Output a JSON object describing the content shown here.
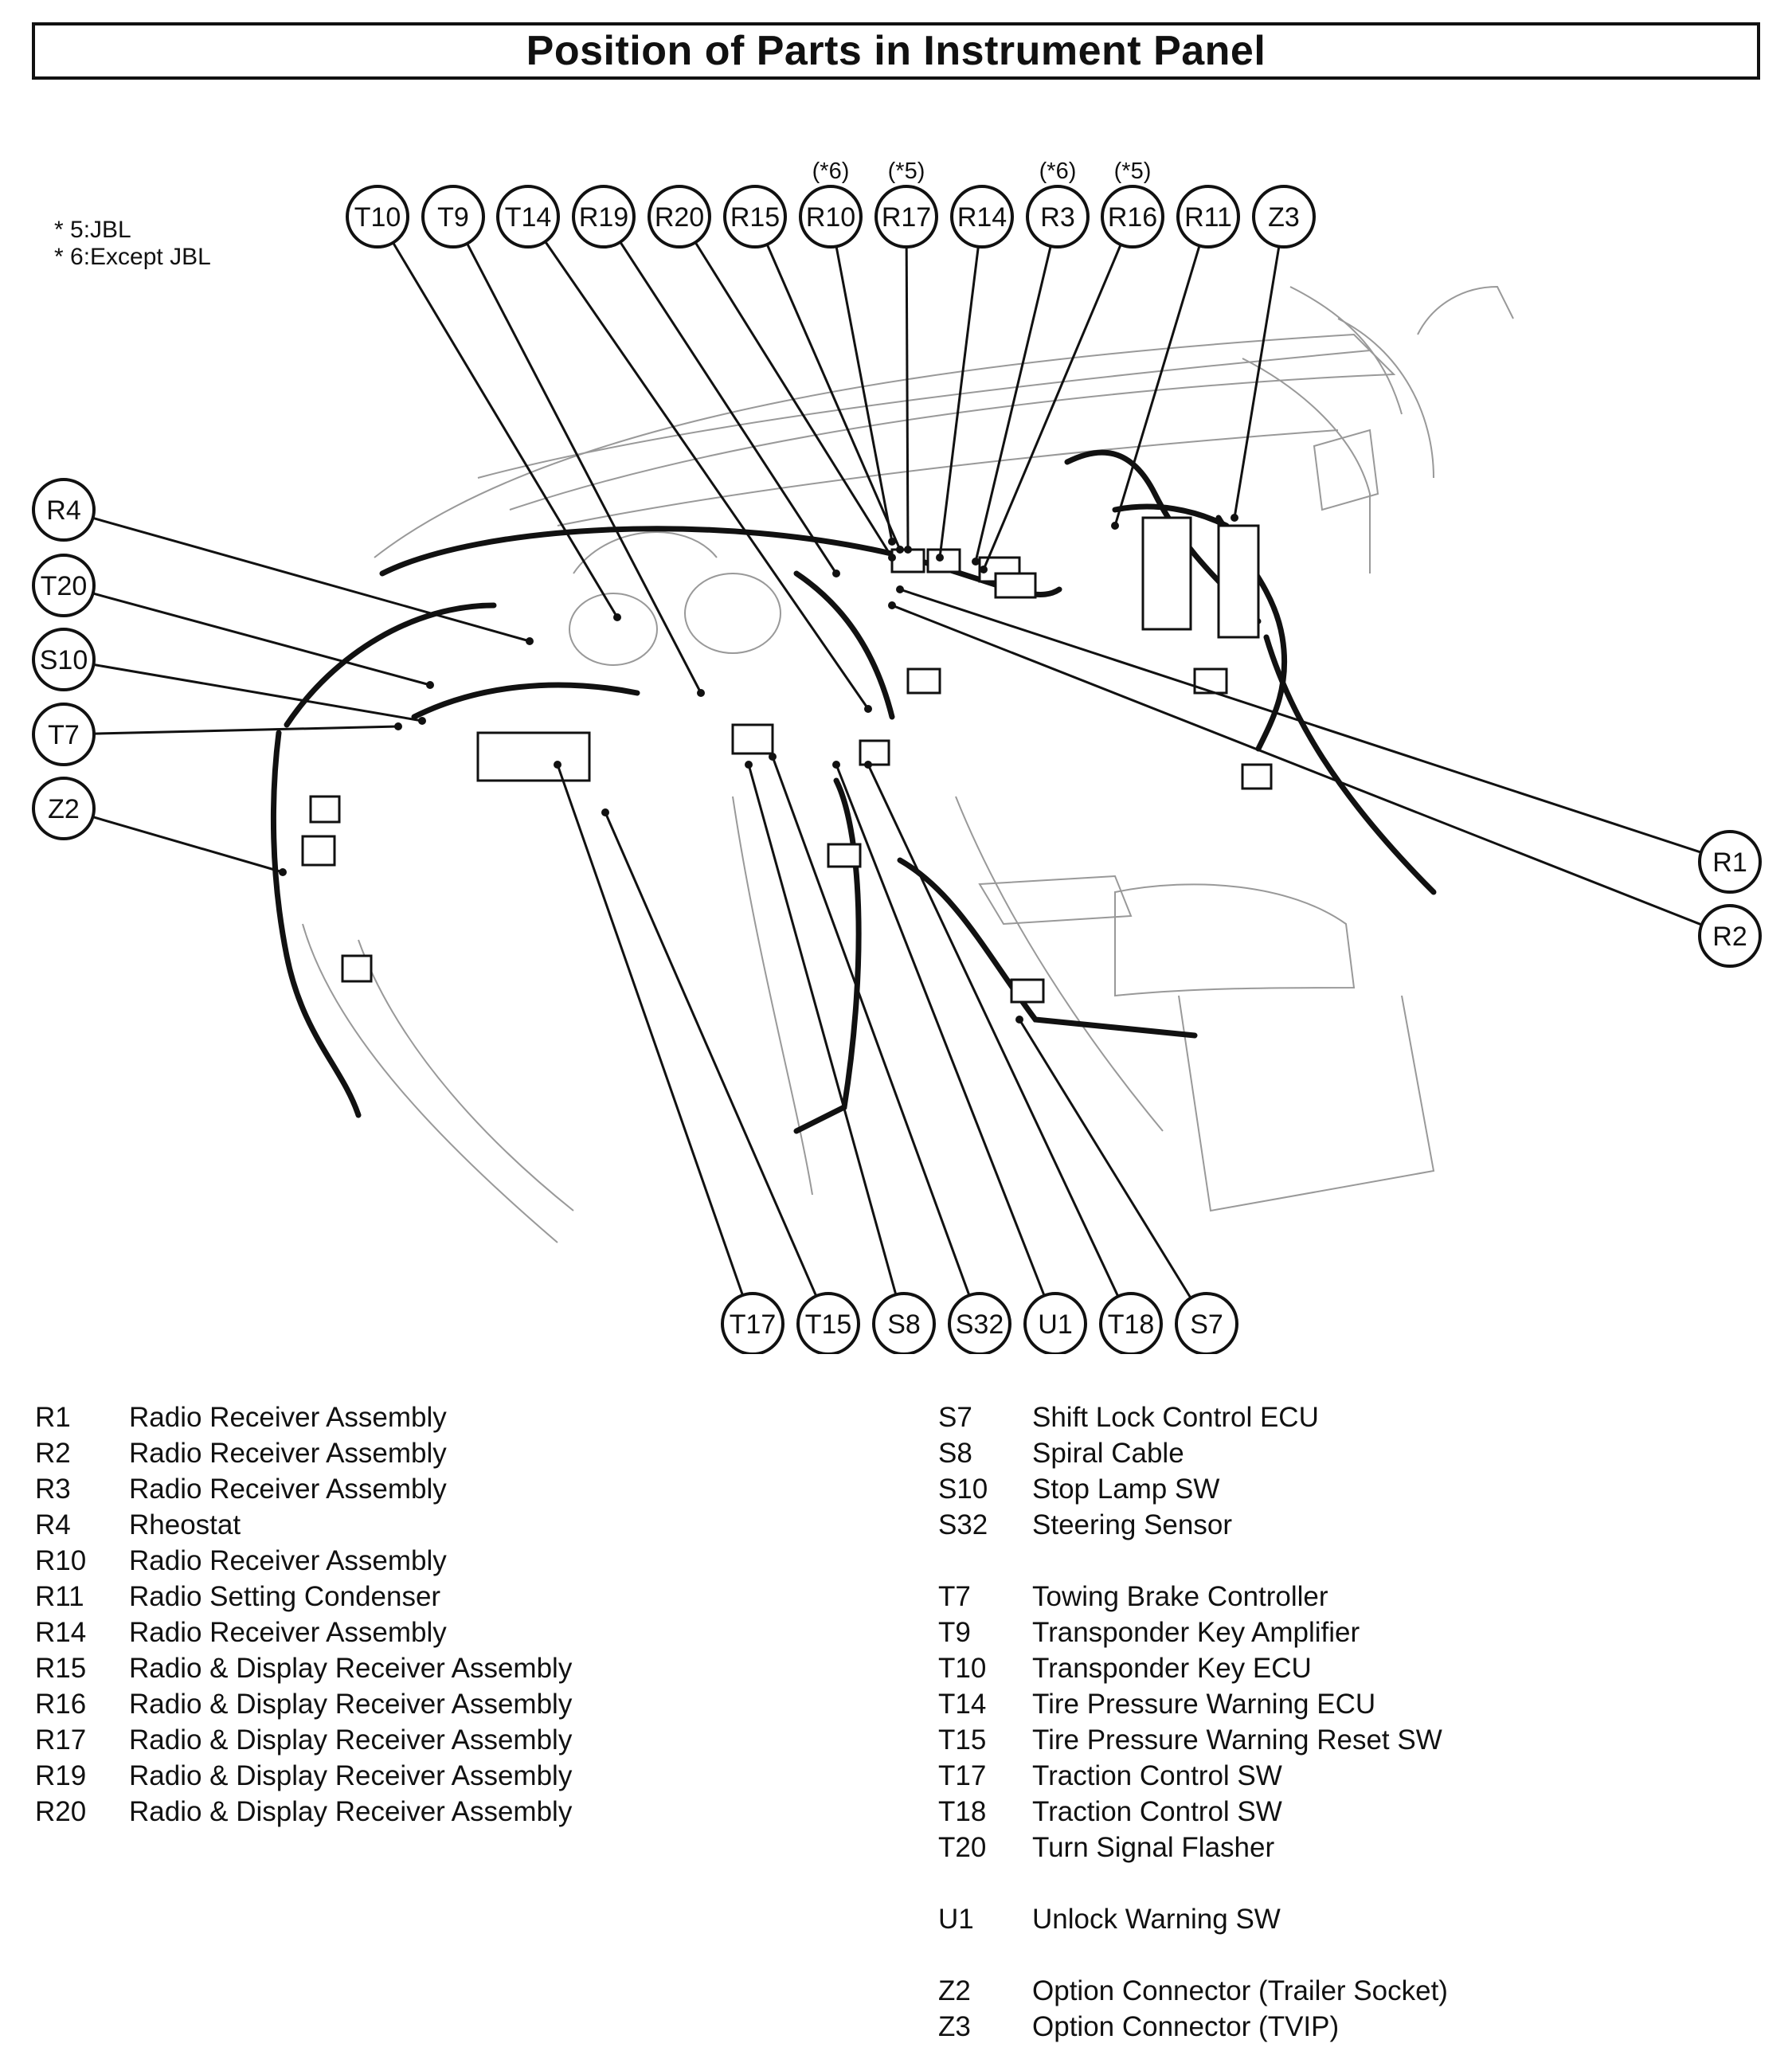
{
  "title": "Position of Parts in Instrument Panel",
  "notes": [
    "* 5:JBL",
    "* 6:Except JBL"
  ],
  "callouts_top": [
    {
      "label": "T10",
      "variant": ""
    },
    {
      "label": "T9",
      "variant": ""
    },
    {
      "label": "T14",
      "variant": ""
    },
    {
      "label": "R19",
      "variant": ""
    },
    {
      "label": "R20",
      "variant": ""
    },
    {
      "label": "R15",
      "variant": ""
    },
    {
      "label": "R10",
      "variant": "(*6)"
    },
    {
      "label": "R17",
      "variant": "(*5)"
    },
    {
      "label": "R14",
      "variant": ""
    },
    {
      "label": "R3",
      "variant": "(*6)"
    },
    {
      "label": "R16",
      "variant": "(*5)"
    },
    {
      "label": "R11",
      "variant": ""
    },
    {
      "label": "Z3",
      "variant": ""
    }
  ],
  "callouts_left": [
    "R4",
    "T20",
    "S10",
    "T7",
    "Z2"
  ],
  "callouts_right": [
    "R1",
    "R2"
  ],
  "callouts_bottom": [
    "T17",
    "T15",
    "S8",
    "S32",
    "U1",
    "T18",
    "S7"
  ],
  "legend_left": [
    {
      "code": "R1",
      "name": "Radio Receiver Assembly"
    },
    {
      "code": "R2",
      "name": "Radio Receiver Assembly"
    },
    {
      "code": "R3",
      "name": "Radio Receiver Assembly"
    },
    {
      "code": "R4",
      "name": "Rheostat"
    },
    {
      "code": "R10",
      "name": "Radio Receiver Assembly"
    },
    {
      "code": "R11",
      "name": "Radio Setting Condenser"
    },
    {
      "code": "R14",
      "name": "Radio Receiver Assembly"
    },
    {
      "code": "R15",
      "name": "Radio & Display Receiver Assembly"
    },
    {
      "code": "R16",
      "name": "Radio & Display Receiver Assembly"
    },
    {
      "code": "R17",
      "name": "Radio & Display Receiver Assembly"
    },
    {
      "code": "R19",
      "name": "Radio & Display Receiver Assembly"
    },
    {
      "code": "R20",
      "name": "Radio & Display Receiver Assembly"
    }
  ],
  "legend_right": [
    {
      "code": "S7",
      "name": "Shift Lock Control ECU"
    },
    {
      "code": "S8",
      "name": "Spiral Cable"
    },
    {
      "code": "S10",
      "name": "Stop Lamp SW"
    },
    {
      "code": "S32",
      "name": "Steering Sensor"
    },
    {
      "code": "T7",
      "name": "Towing Brake Controller"
    },
    {
      "code": "T9",
      "name": "Transponder Key Amplifier"
    },
    {
      "code": "T10",
      "name": "Transponder Key ECU"
    },
    {
      "code": "T14",
      "name": "Tire Pressure Warning ECU"
    },
    {
      "code": "T15",
      "name": "Tire Pressure Warning Reset SW"
    },
    {
      "code": "T17",
      "name": "Traction Control SW"
    },
    {
      "code": "T18",
      "name": "Traction Control SW"
    },
    {
      "code": "T20",
      "name": "Turn Signal Flasher"
    },
    {
      "code": "U1",
      "name": "Unlock Warning SW"
    },
    {
      "code": "Z2",
      "name": "Option Connector (Trailer Socket)"
    },
    {
      "code": "Z3",
      "name": "Option Connector (TVIP)"
    }
  ]
}
